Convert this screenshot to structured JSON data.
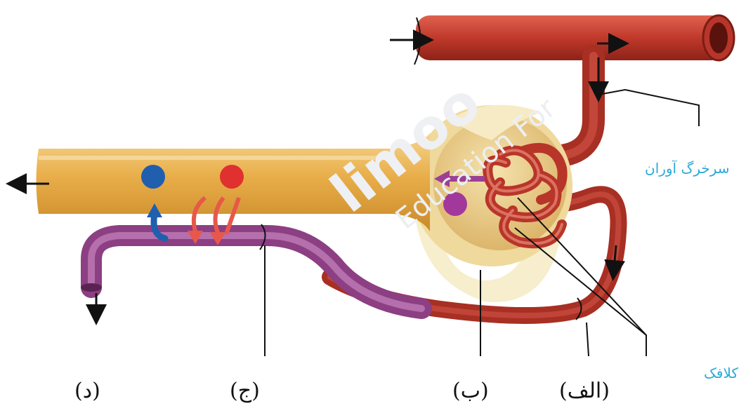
{
  "labels": {
    "afferent_arteriole": "سرخرگ آوران",
    "glomerulus": "کلافک",
    "bottom": [
      "(د)",
      "(ج)",
      "(ب)",
      "(الف)"
    ]
  },
  "watermark": {
    "brand": "limoo",
    "sub": "Education For"
  },
  "colors": {
    "artery": "#c0392b",
    "tubule": "#e8b04a",
    "capsule": "#f2dfa0",
    "vein": "#a7559a",
    "blue_dot": "#1f5fae",
    "red_dot": "#e03030",
    "purple_dot": "#a2389b",
    "label_blue": "#2aa9d6"
  }
}
